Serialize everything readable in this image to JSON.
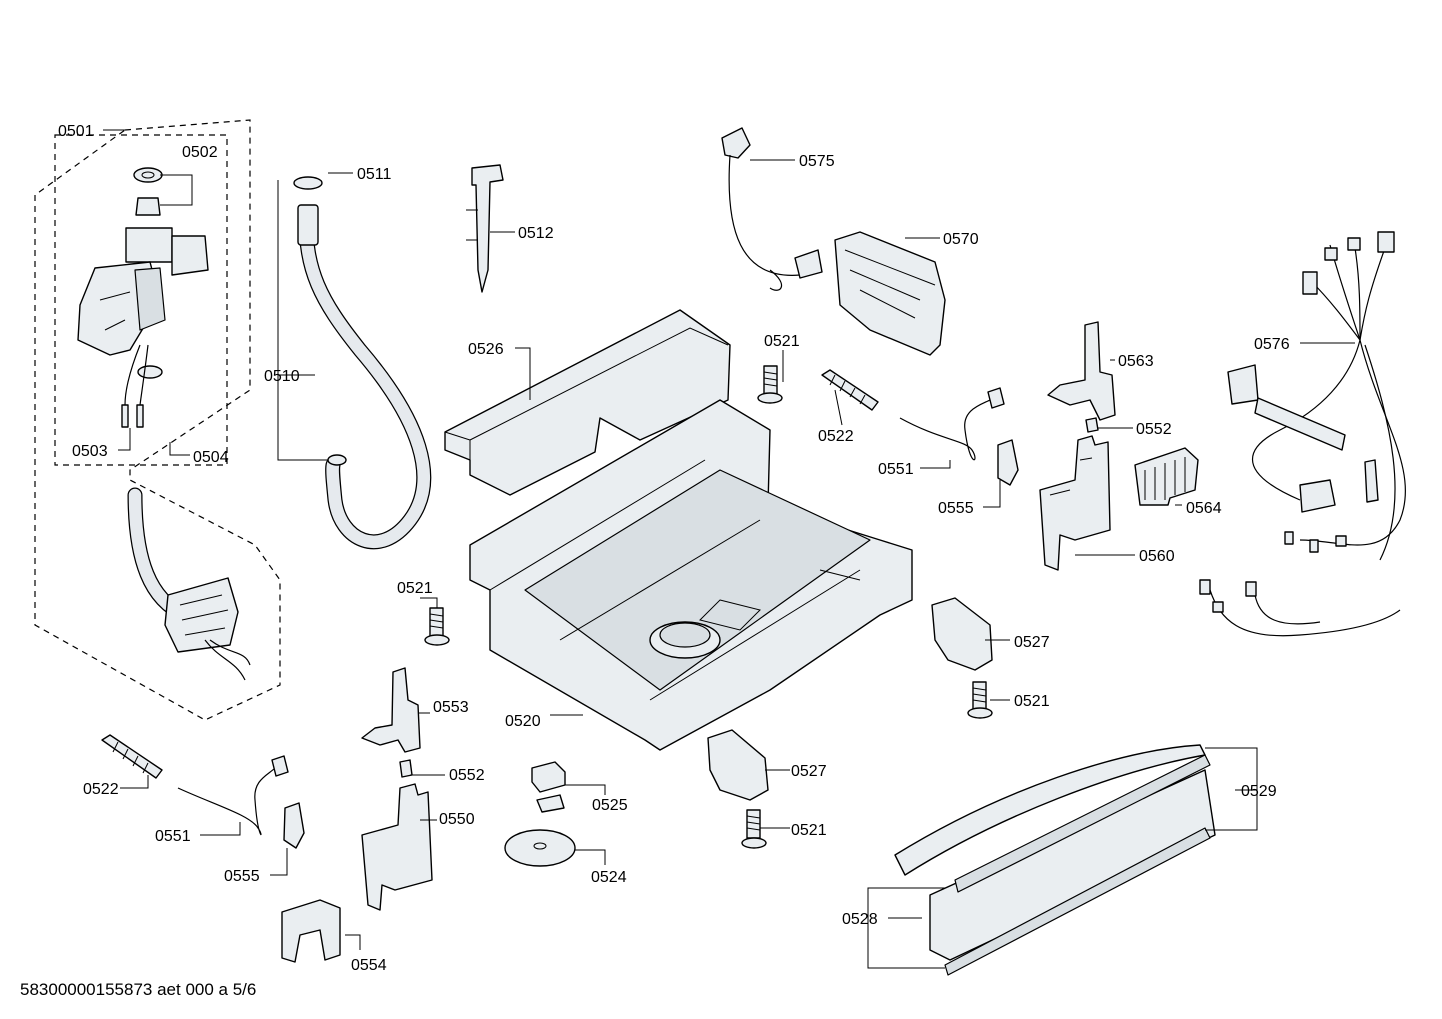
{
  "labels": {
    "p0501": "0501",
    "p0502": "0502",
    "p0503": "0503",
    "p0504": "0504",
    "p0510": "0510",
    "p0511": "0511",
    "p0512": "0512",
    "p0520": "0520",
    "p0521a": "0521",
    "p0521b": "0521",
    "p0521c": "0521",
    "p0521d": "0521",
    "p0522a": "0522",
    "p0522b": "0522",
    "p0524": "0524",
    "p0525": "0525",
    "p0526": "0526",
    "p0527a": "0527",
    "p0527b": "0527",
    "p0528": "0528",
    "p0529": "0529",
    "p0550": "0550",
    "p0551a": "0551",
    "p0551b": "0551",
    "p0552a": "0552",
    "p0552b": "0552",
    "p0553": "0553",
    "p0554": "0554",
    "p0555a": "0555",
    "p0555b": "0555",
    "p0560": "0560",
    "p0563": "0563",
    "p0564": "0564",
    "p0570": "0570",
    "p0575": "0575",
    "p0576": "0576"
  },
  "footer": {
    "document_id": "58300000155873 aet 000 a 5/6"
  }
}
